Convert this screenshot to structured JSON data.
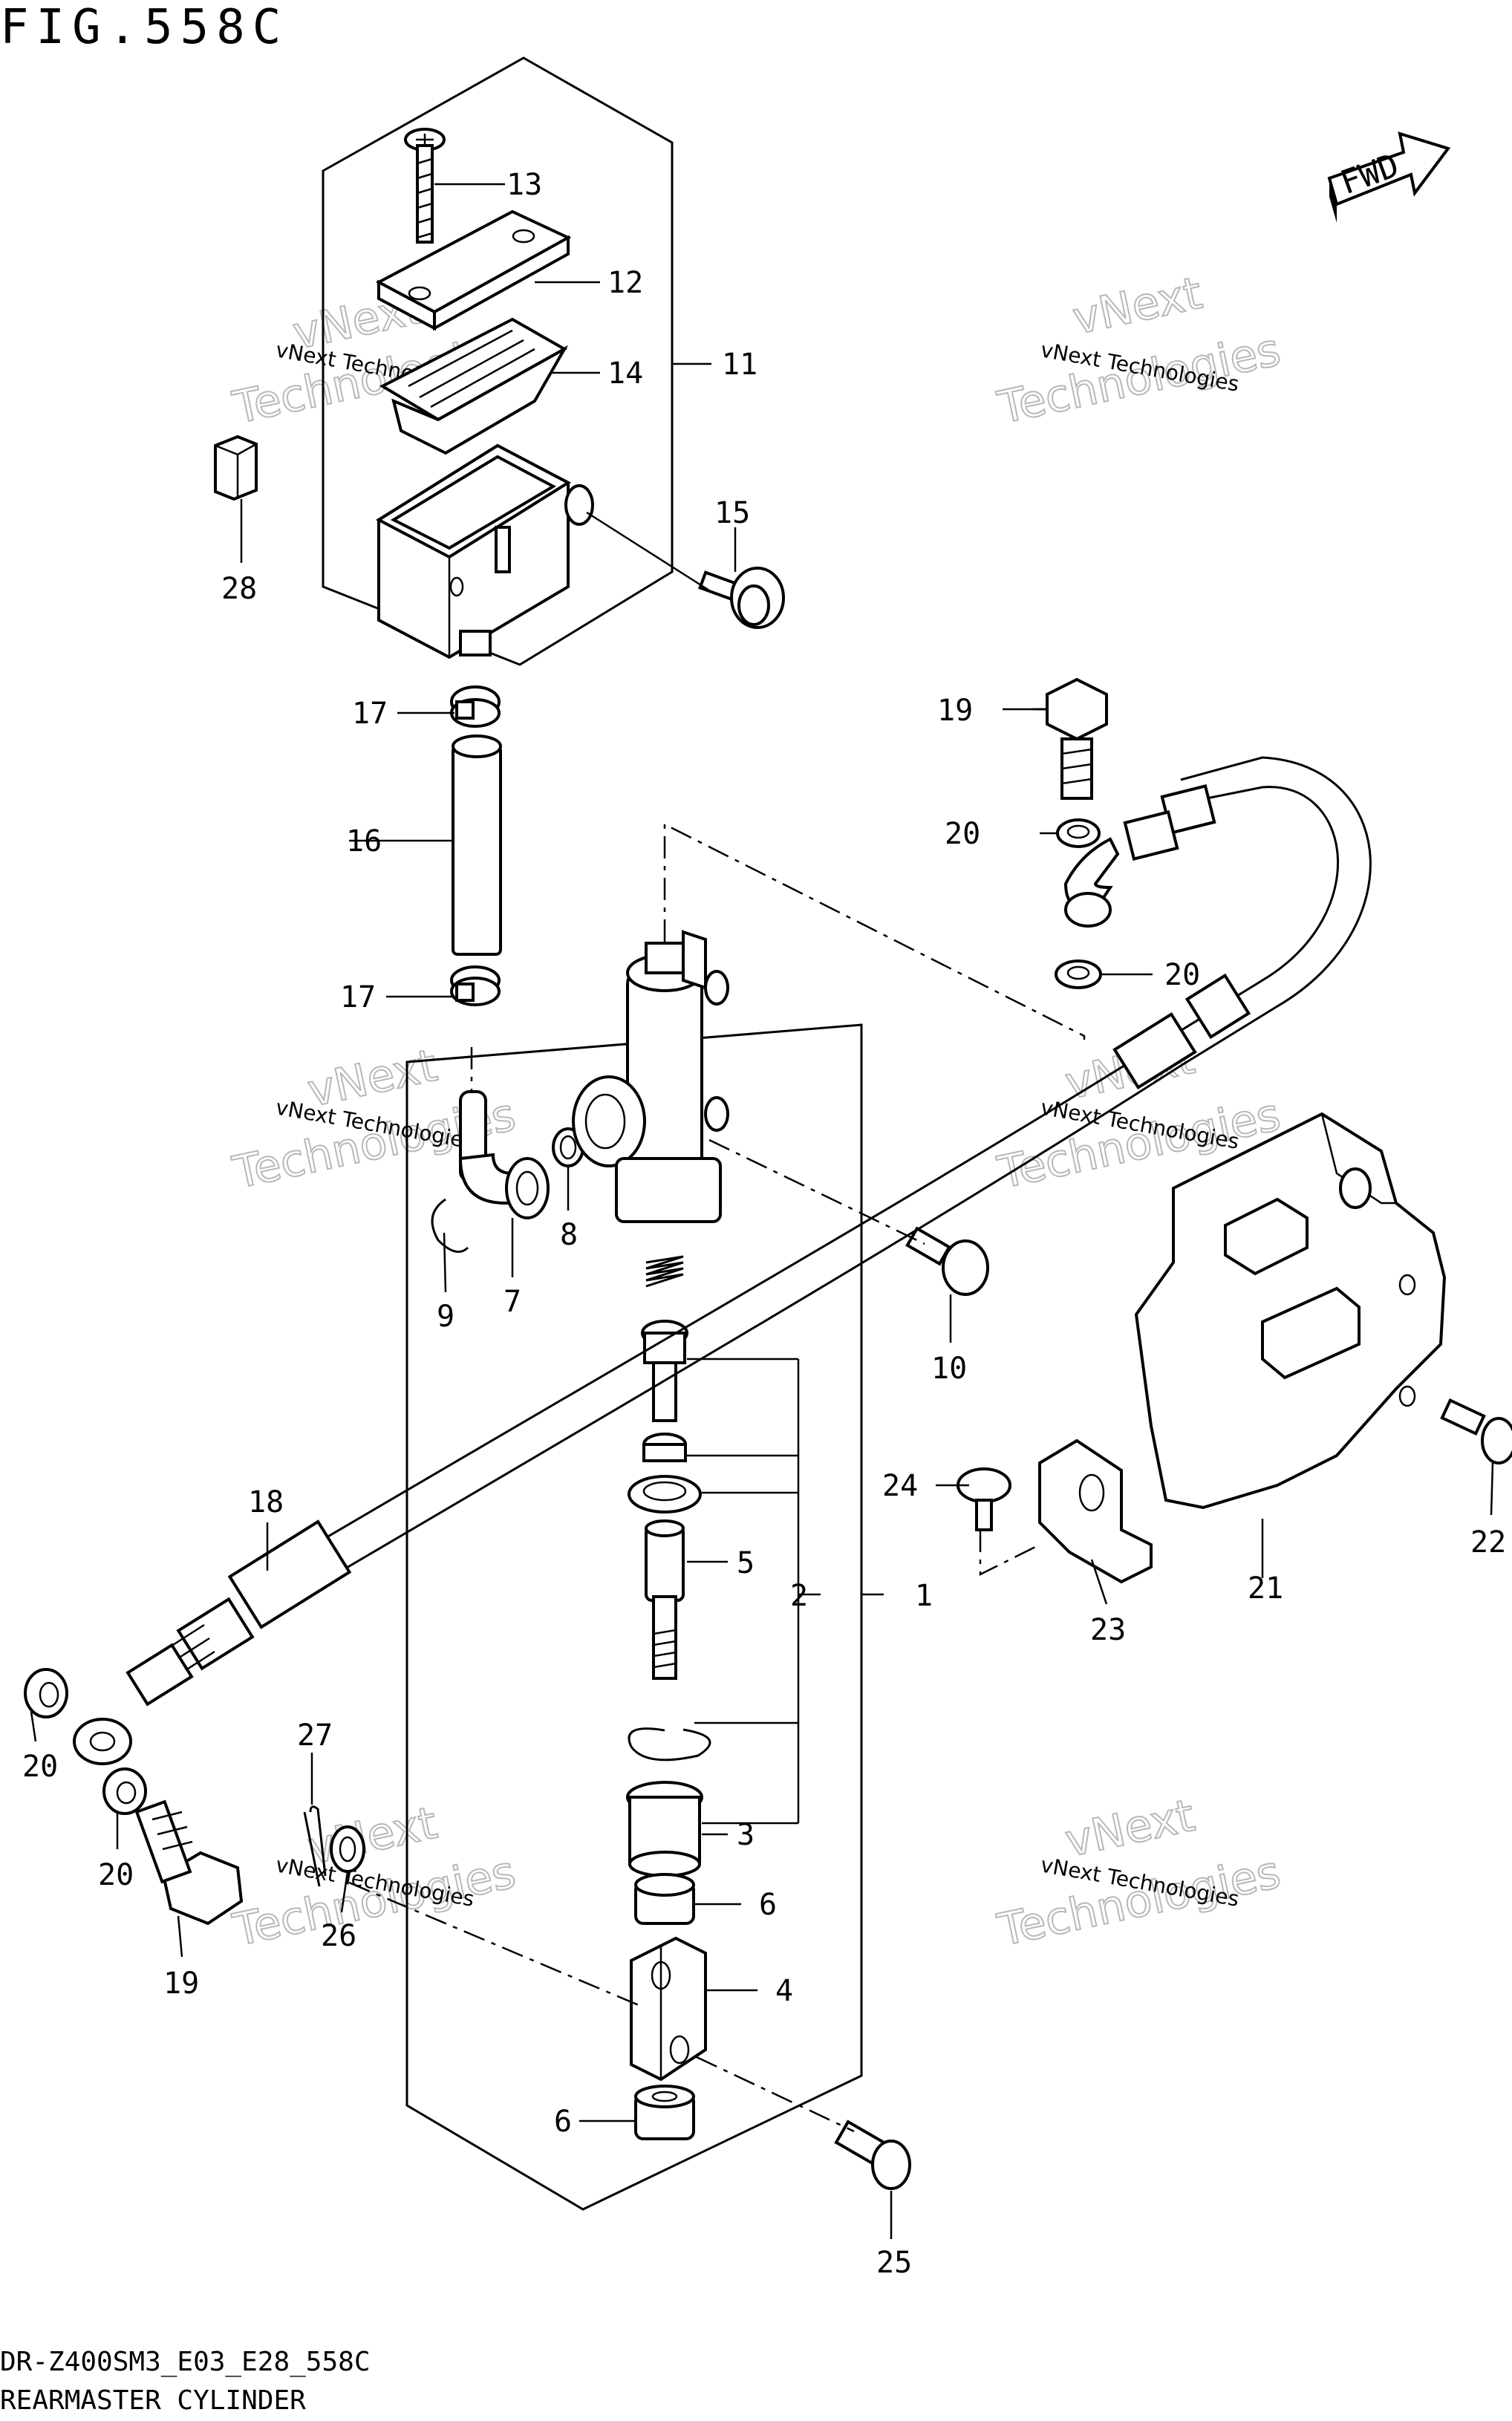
{
  "figure": {
    "title": "FIG.558C",
    "code": "DR-Z400SM3_E03_E28_558C",
    "name": "REARMASTER CYLINDER"
  },
  "fwd_badge": "FWD",
  "watermark": {
    "line1": "vNext Technologies",
    "line2a": "vNext",
    "line2b": "Technologies"
  },
  "callouts": {
    "c1": "1",
    "c2": "2",
    "c3": "3",
    "c4": "4",
    "c5": "5",
    "c6a": "6",
    "c6b": "6",
    "c7": "7",
    "c8": "8",
    "c9": "9",
    "c10": "10",
    "c11": "11",
    "c12": "12",
    "c13": "13",
    "c14": "14",
    "c15": "15",
    "c16": "16",
    "c17a": "17",
    "c17b": "17",
    "c18": "18",
    "c19a": "19",
    "c19b": "19",
    "c20a": "20",
    "c20b": "20",
    "c20c": "20",
    "c20d": "20",
    "c21": "21",
    "c22": "22",
    "c23": "23",
    "c24": "24",
    "c25": "25",
    "c26": "26",
    "c27": "27",
    "c28": "28"
  }
}
